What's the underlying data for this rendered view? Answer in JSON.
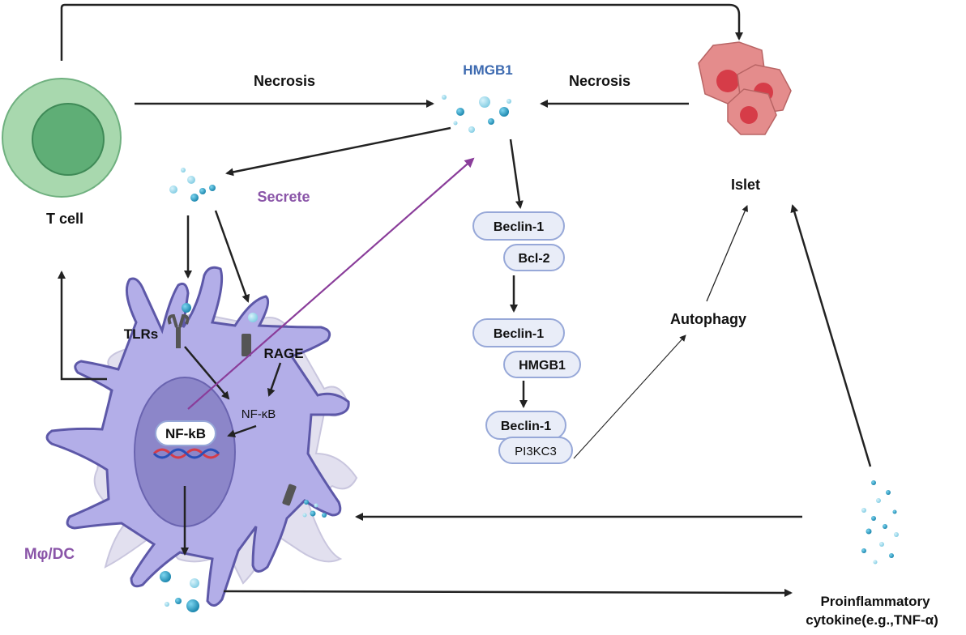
{
  "labels": {
    "hmgb1": "HMGB1",
    "necrosis_left": "Necrosis",
    "necrosis_right": "Necrosis",
    "secrete": "Secrete",
    "t_cell": "T cell",
    "islet": "Islet",
    "autophagy": "Autophagy",
    "tlrs": "TLRs",
    "rage": "RAGE",
    "nfkb_cyto": "NF-κB",
    "nfkb_nucleus": "NF-kB",
    "mphi_dc": "Mφ/DC",
    "proinflammatory_1": "Proinflammatory",
    "proinflammatory_2": "cytokine(e.g.,TNF-α)"
  },
  "complexes": [
    {
      "top": "Beclin-1",
      "bottom": "Bcl-2"
    },
    {
      "top": "Beclin-1",
      "bottom": "HMGB1"
    },
    {
      "top": "Beclin-1",
      "bottom": "PI3KC3"
    }
  ],
  "colors": {
    "hmgb1_title": "#3d6ab0",
    "secrete": "#8a55a8",
    "mphi_dc": "#8a55a8",
    "purple_arrow": "#8a3d9a",
    "cell_body": "#b3aee8",
    "cell_outline": "#5d58a8",
    "nucleus": "#8c86c9",
    "tcell_outer": "#a8d8ae",
    "tcell_inner": "#5fae76",
    "islet_cell": "#e48c8c",
    "islet_nucleus": "#d63c48",
    "complex_fill": "#e9edf8",
    "complex_stroke": "#97a8d8",
    "droplet_dark": "#1a8fb5",
    "droplet_light": "#8fd3e8"
  }
}
